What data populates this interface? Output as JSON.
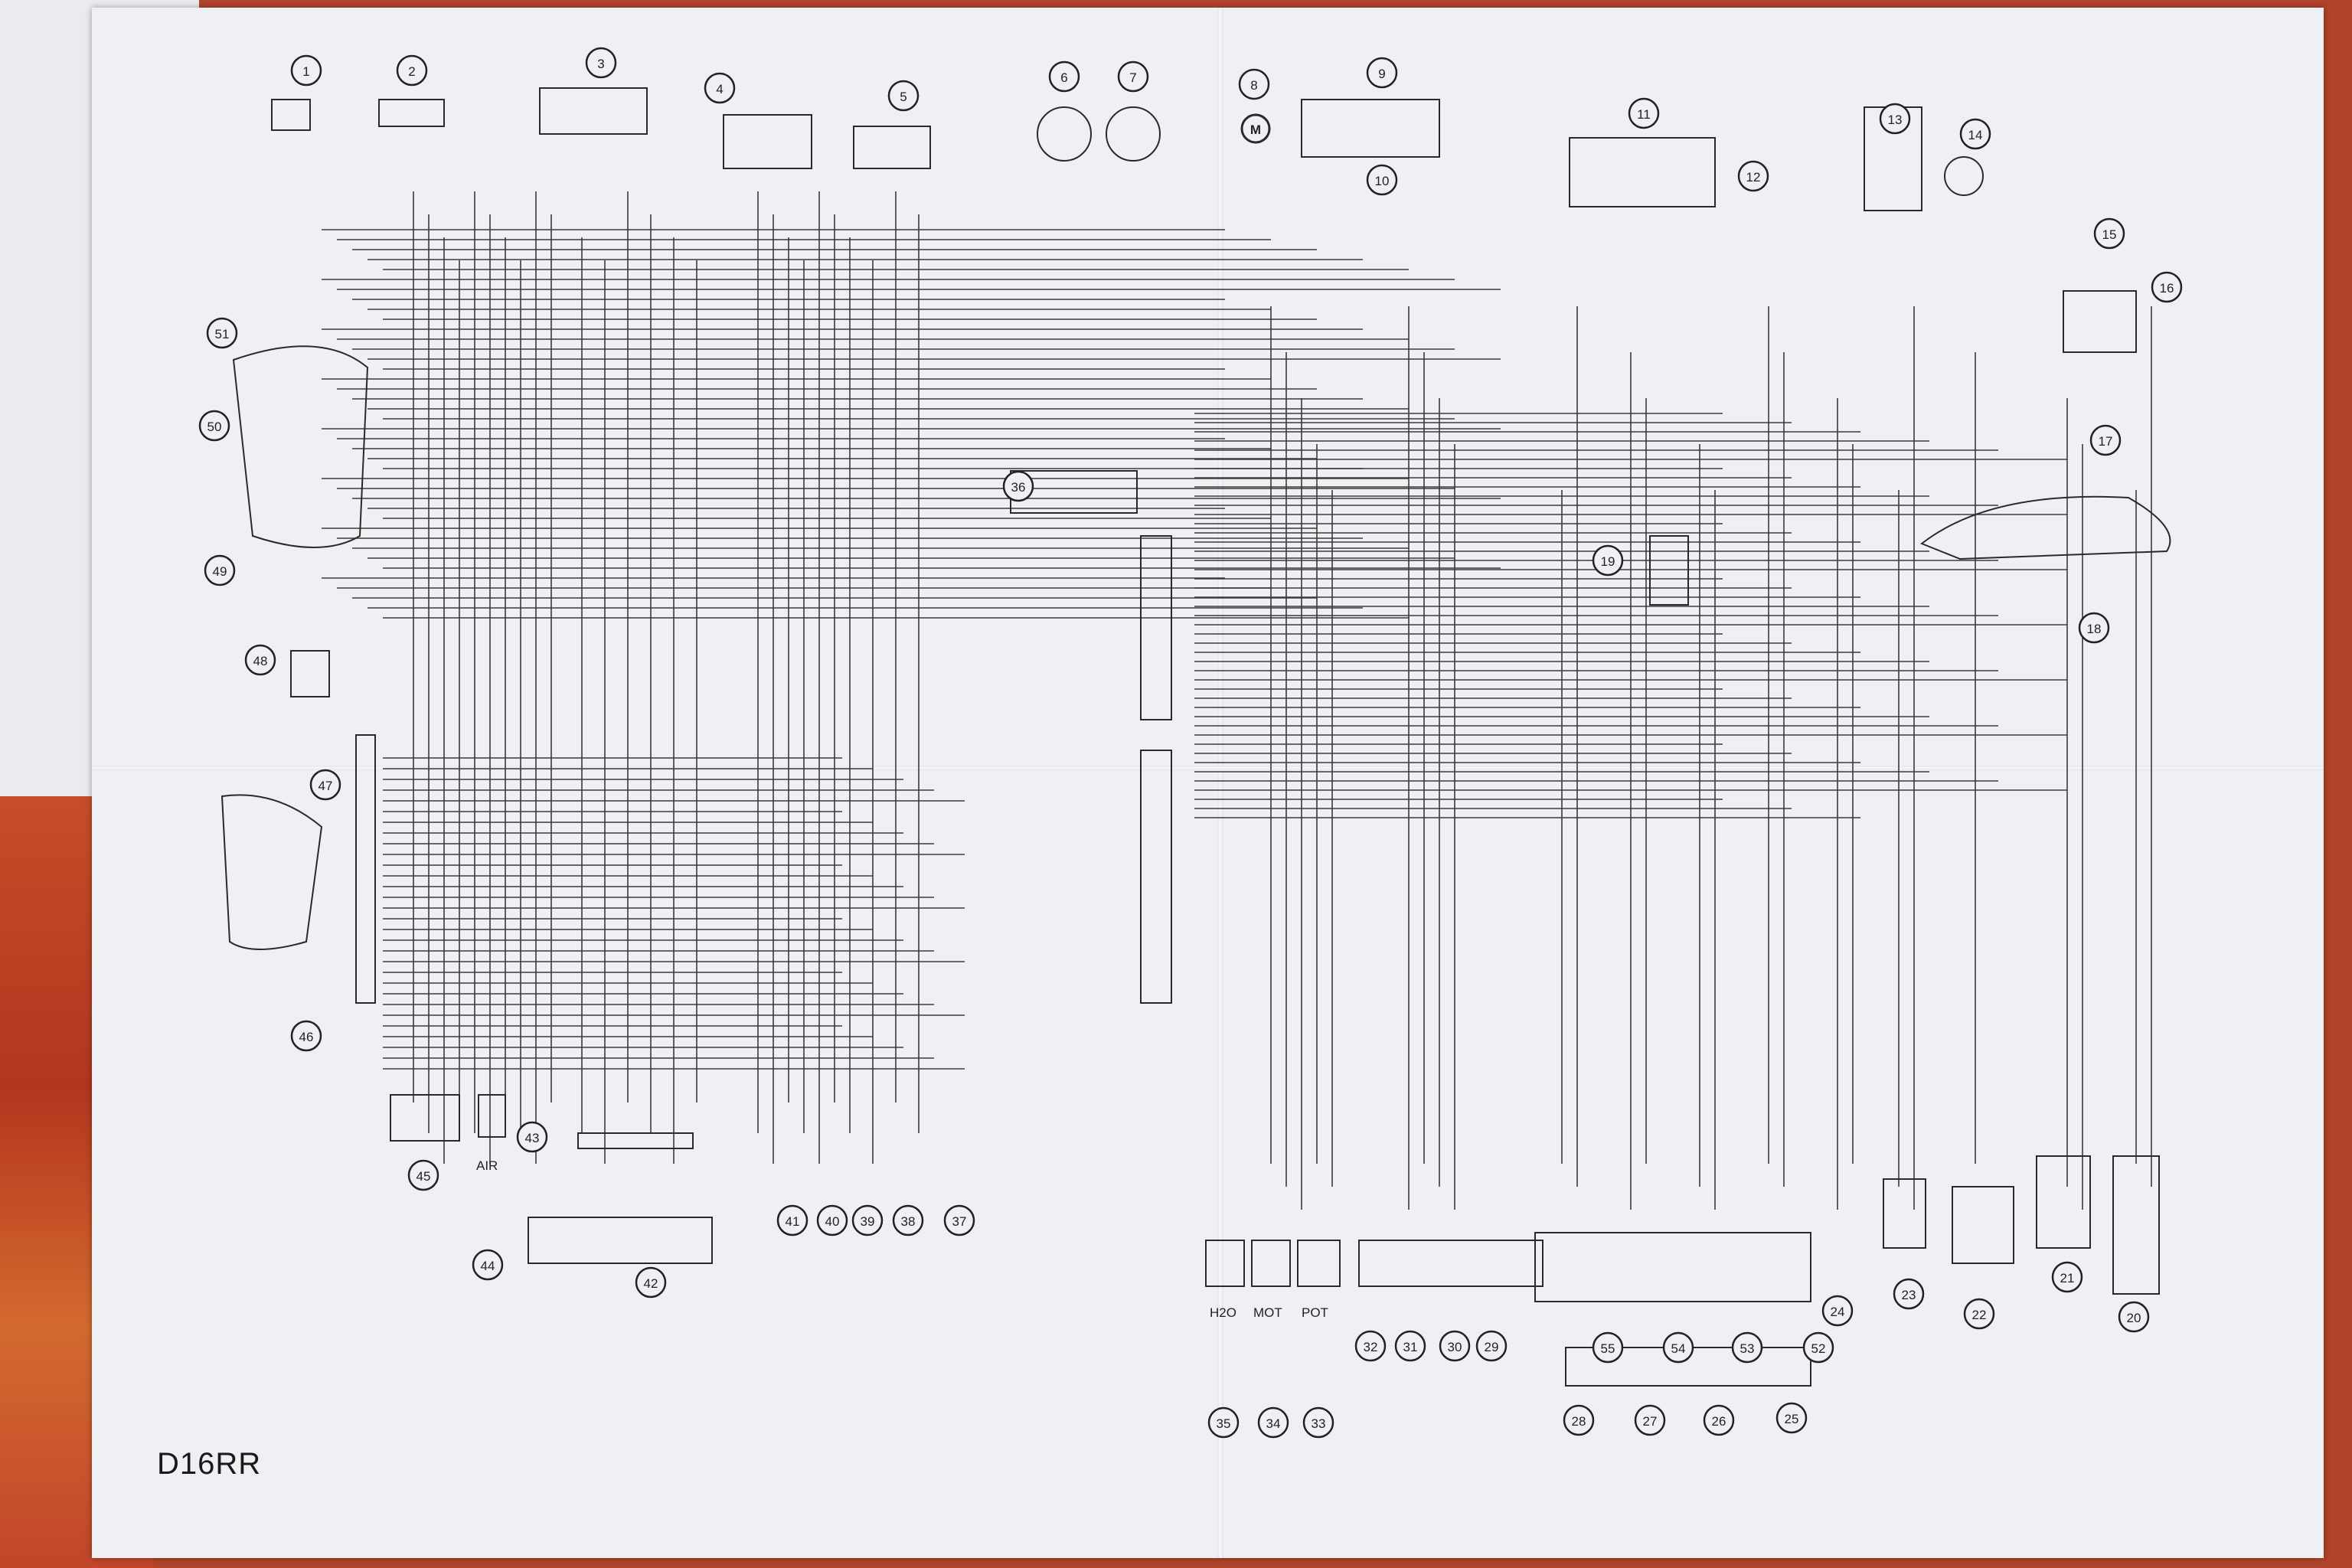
{
  "model": "D16RR",
  "component_numbers": [
    "1",
    "2",
    "3",
    "4",
    "5",
    "6",
    "7",
    "8",
    "9",
    "10",
    "11",
    "12",
    "13",
    "14",
    "15",
    "16",
    "17",
    "18",
    "19",
    "20",
    "21",
    "22",
    "23",
    "24",
    "25",
    "26",
    "27",
    "28",
    "29",
    "30",
    "31",
    "32",
    "33",
    "34",
    "35",
    "36",
    "37",
    "38",
    "39",
    "40",
    "41",
    "42",
    "43",
    "44",
    "45",
    "46",
    "47",
    "48",
    "49",
    "50",
    "51",
    "52",
    "53",
    "54",
    "55"
  ],
  "labels": {
    "motor_symbol": "M",
    "air": "AIR",
    "h2o": "H2O",
    "mot": "MOT",
    "pot": "POT"
  },
  "colors": {
    "background_surface": "#b0442a",
    "paper": "#eef0f3",
    "ink": "#2a2a2a"
  }
}
